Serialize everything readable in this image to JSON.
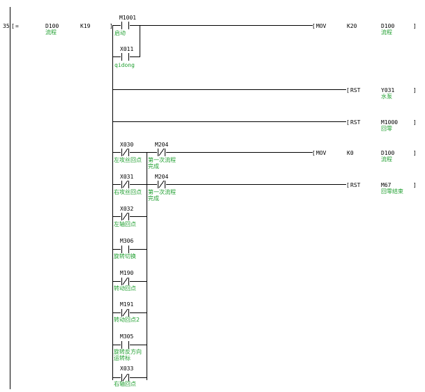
{
  "rung": {
    "step": "35",
    "compare_op": "=",
    "compare_arg1": "D100",
    "compare_arg1_comment": "流程",
    "compare_arg2": "K19"
  },
  "contacts": {
    "m1001": {
      "label": "M1001",
      "comment": "启动"
    },
    "x011": {
      "label": "X011",
      "comment": "qidong"
    },
    "x030": {
      "label": "X030",
      "comment": "左攻丝回点"
    },
    "m204a": {
      "label": "M204",
      "comment": "第一次流程完成"
    },
    "x031": {
      "label": "X031",
      "comment": "右攻丝回点"
    },
    "m204b": {
      "label": "M204",
      "comment": "第一次流程完成"
    },
    "x032": {
      "label": "X032",
      "comment": "左轴回点"
    },
    "m306": {
      "label": "M306",
      "comment": "旋转切换"
    },
    "m190": {
      "label": "M190",
      "comment": "转动回点"
    },
    "m191": {
      "label": "M191",
      "comment": "转动回点2"
    },
    "m305": {
      "label": "M305",
      "comment": "旋转反方向运转标"
    },
    "x033": {
      "label": "X033",
      "comment": "右轴回点"
    }
  },
  "instructions": [
    {
      "op": "MOV",
      "arg1": "K20",
      "arg2": "D100",
      "comment": "流程"
    },
    {
      "op": "RST",
      "arg2": "Y031",
      "comment": "水泵"
    },
    {
      "op": "RST",
      "arg2": "M1000",
      "comment": "回零"
    },
    {
      "op": "MOV",
      "arg1": "K0",
      "arg2": "D100",
      "comment": "流程"
    },
    {
      "op": "RST",
      "arg2": "M67",
      "comment": "回零结束"
    }
  ],
  "comment_color": "#1f9f2f"
}
